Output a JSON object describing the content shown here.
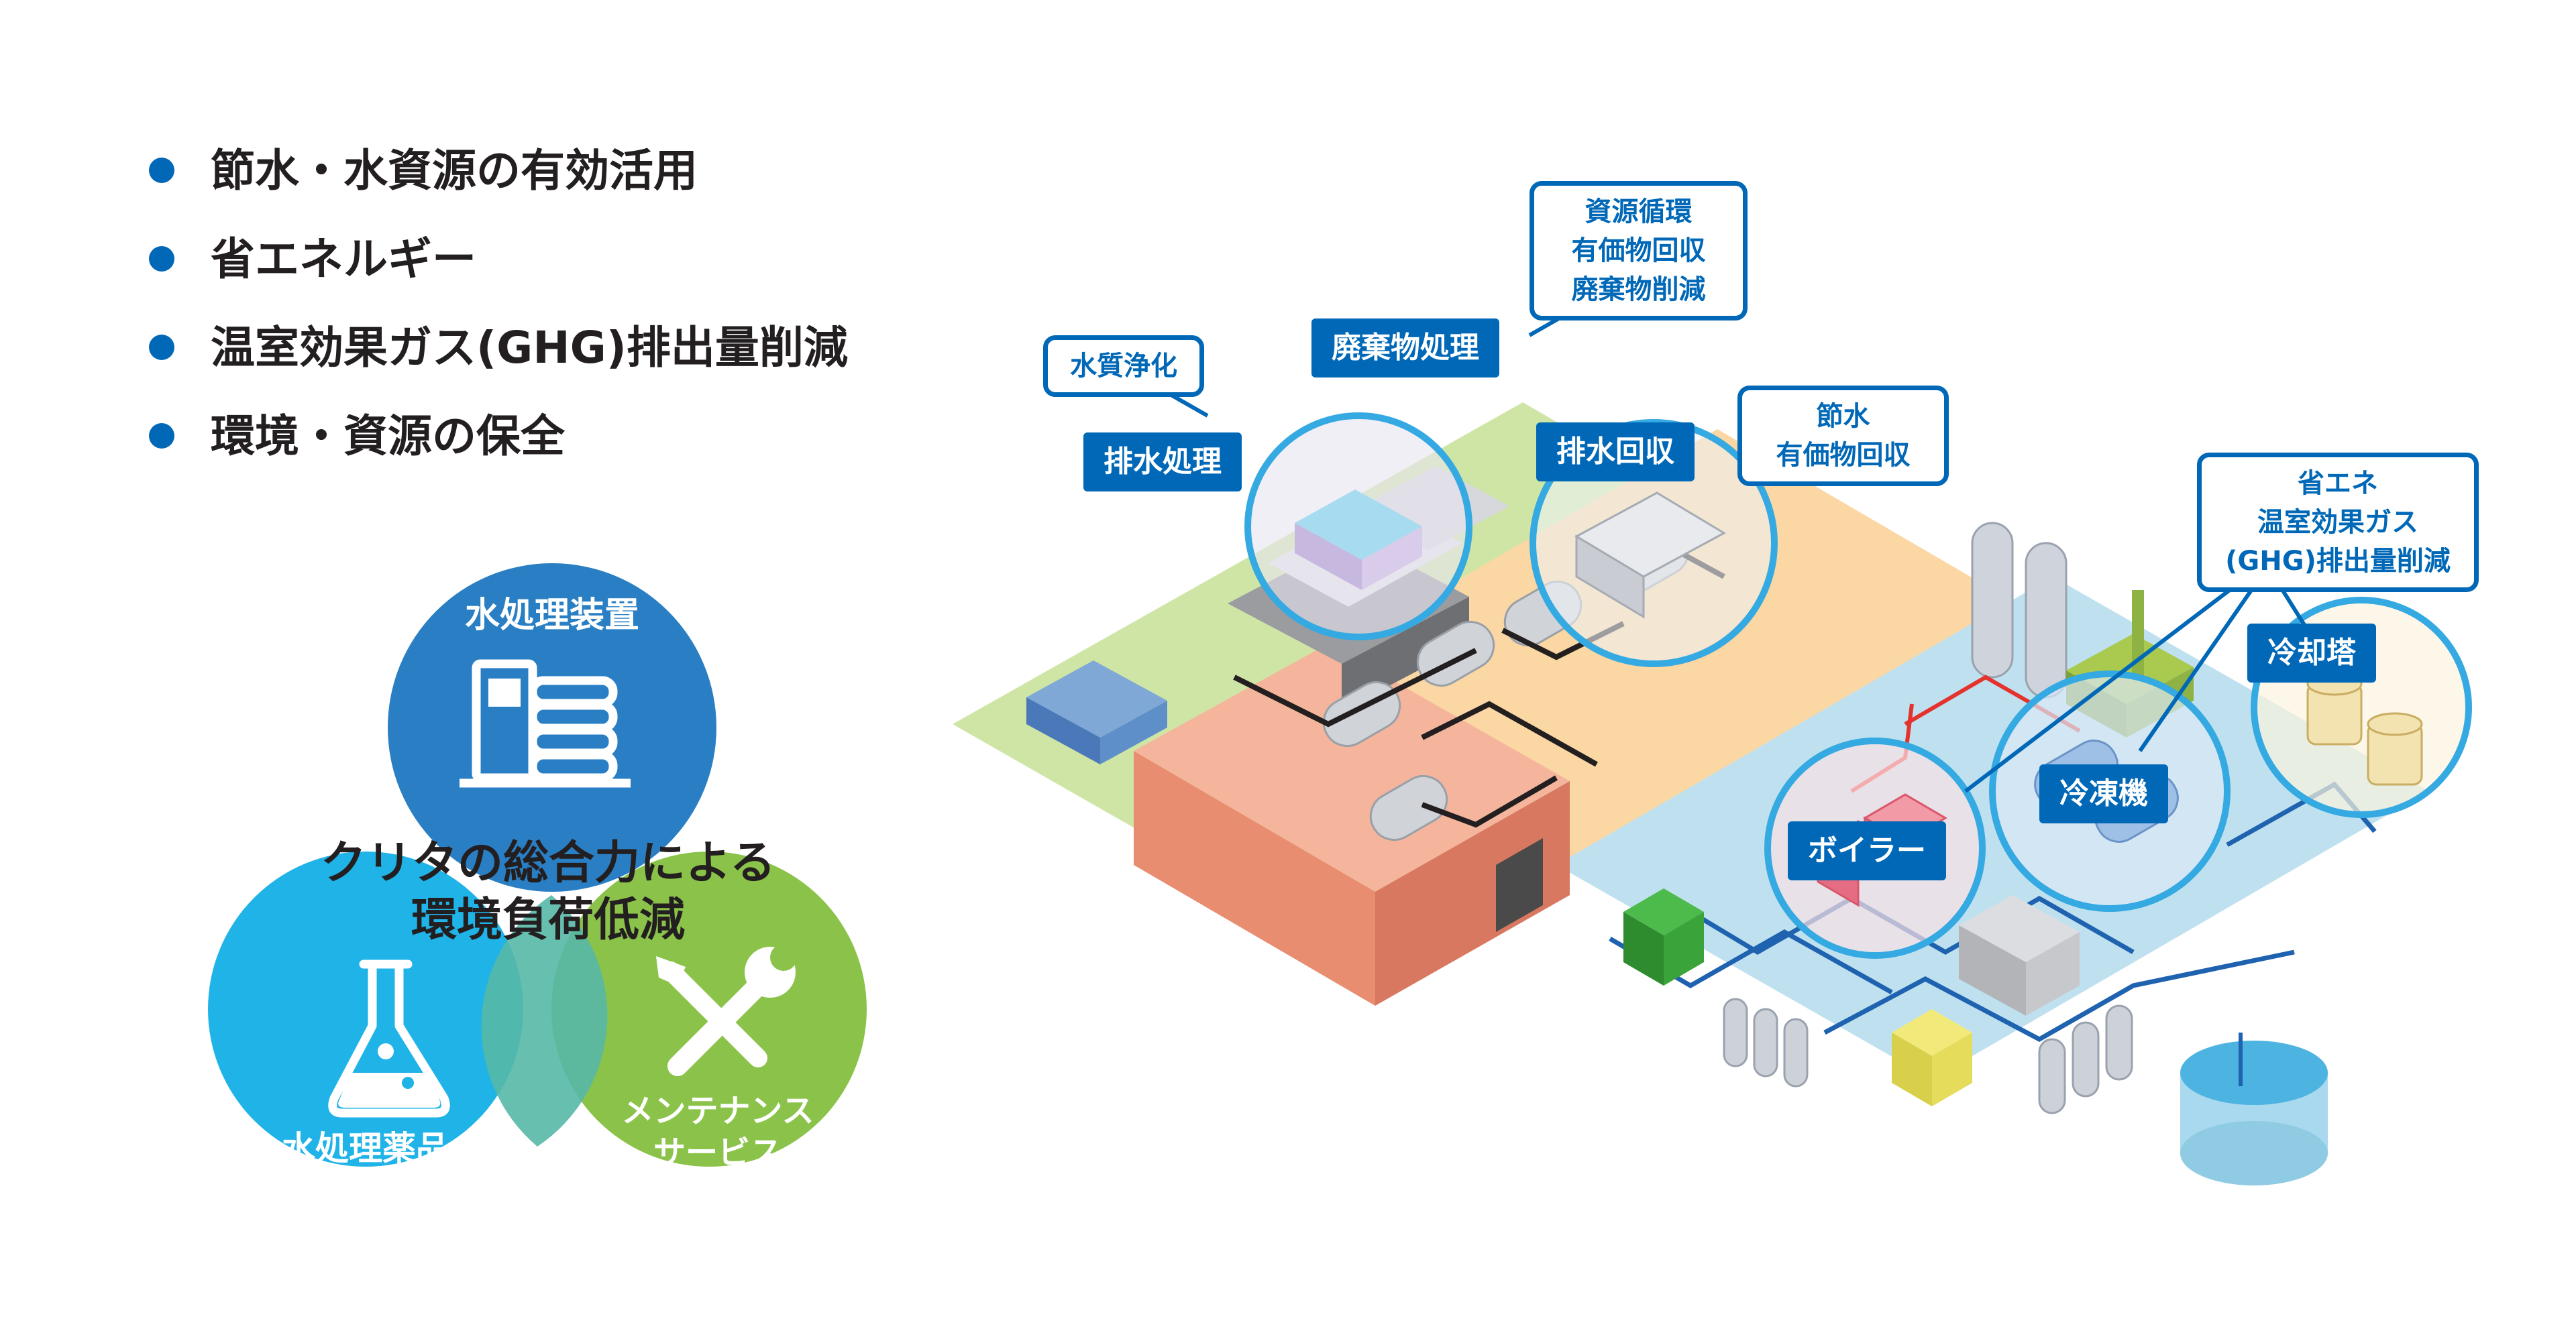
{
  "bullets": [
    "節水・水資源の有効活用",
    "省エネルギー",
    "温室効果ガス(GHG)排出量削減",
    "環境・資源の保全"
  ],
  "venn": {
    "center_line1": "クリタの総合力による",
    "center_line2": "環境負荷低減",
    "top_label": "水処理装置",
    "left_label": "水処理薬品",
    "right_line1": "メンテナンス",
    "right_line2": "サービス",
    "colors": {
      "top": "#2a7fc4",
      "left": "#1fb3e8",
      "right": "#8bc34a"
    }
  },
  "scene": {
    "callouts": {
      "water_purification": "水質浄化",
      "resource_cycle": "資源循環\n有価物回収\n廃棄物削減",
      "water_saving": "節水\n有価物回収",
      "energy_saving": "省エネ\n温室効果ガス\n(GHG)排出量削減"
    },
    "tags": {
      "waste_treatment": "廃棄物処理",
      "wastewater_treatment": "排水処理",
      "wastewater_recovery": "排水回収",
      "cooling_tower": "冷却塔",
      "refrigerator": "冷凍機",
      "boiler": "ボイラー"
    },
    "colors": {
      "accent": "#0068b7",
      "highlight": "#35a9e1",
      "ground_green": "#cfe5a6",
      "ground_orange": "#fbd7a4",
      "ground_blue": "#bfe1ef"
    }
  }
}
